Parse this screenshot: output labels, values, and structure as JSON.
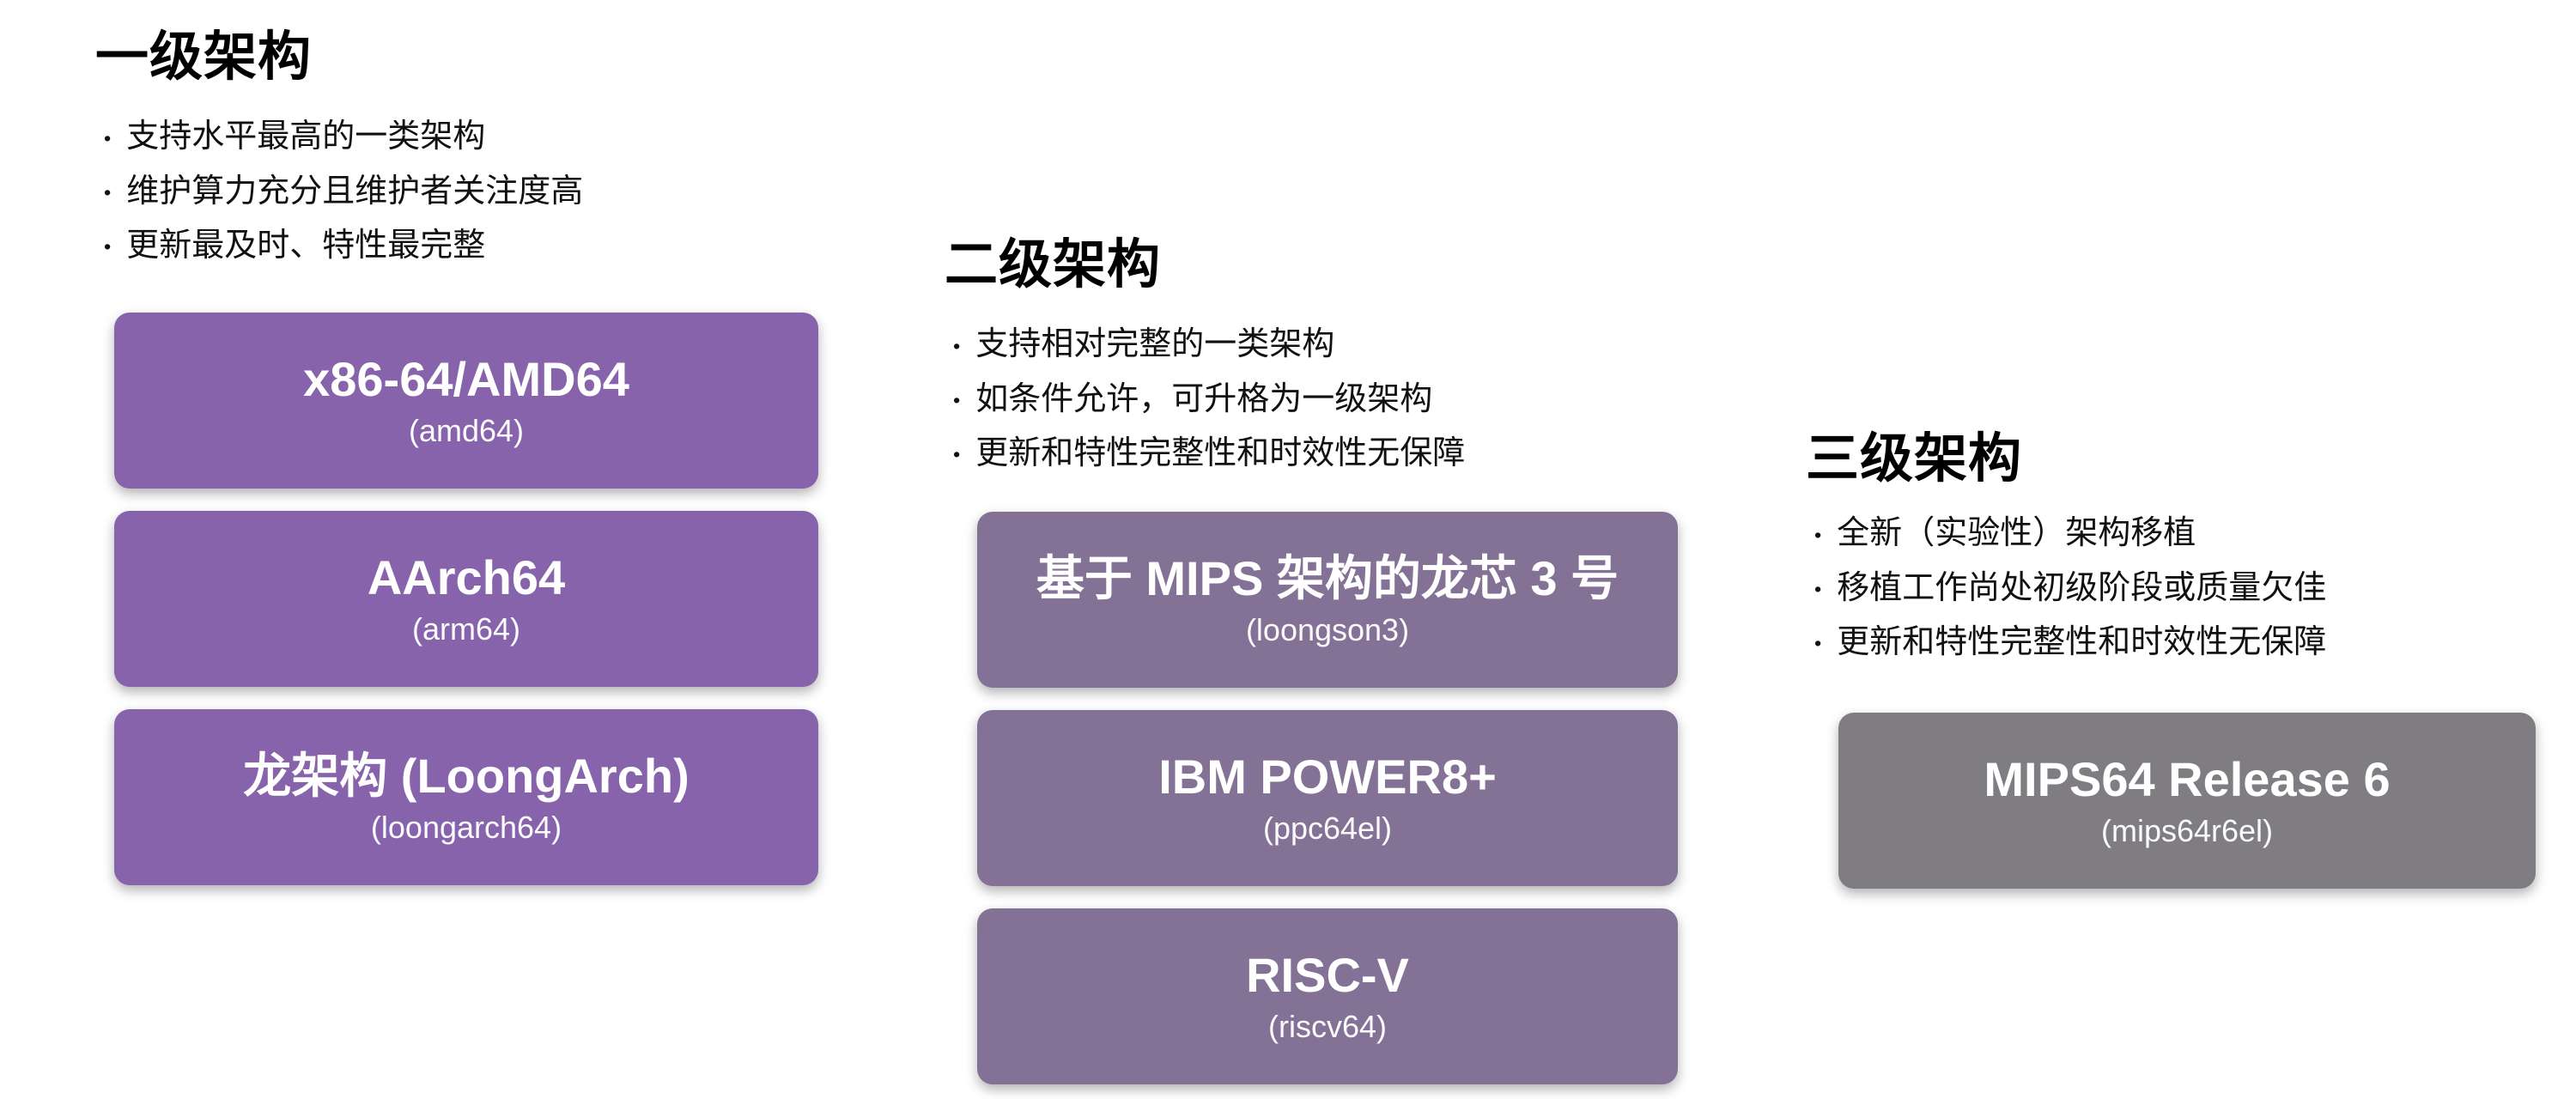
{
  "page": {
    "background": "#ffffff",
    "box_text_color": "#ffffff",
    "title_color": "#000000"
  },
  "tiers": [
    {
      "title": "一级架构",
      "color": "#8763AC",
      "bullets": [
        "支持水平最高的一类架构",
        "维护算力充分且维护者关注度高",
        "更新最及时、特性最完整"
      ],
      "boxes": [
        {
          "name": "x86-64/AMD64",
          "code": "(amd64)"
        },
        {
          "name": "AArch64",
          "code": "(arm64)"
        },
        {
          "name": "龙架构 (LoongArch)",
          "code": "(loongarch64)"
        }
      ]
    },
    {
      "title": "二级架构",
      "color": "#847196",
      "bullets": [
        "支持相对完整的一类架构",
        "如条件允许，可升格为一级架构",
        "更新和特性完整性和时效性无保障"
      ],
      "boxes": [
        {
          "name": "基于 MIPS 架构的龙芯 3 号",
          "code": "(loongson3)"
        },
        {
          "name": "IBM POWER8+",
          "code": "(ppc64el)"
        },
        {
          "name": "RISC-V",
          "code": "(riscv64)"
        }
      ]
    },
    {
      "title": "三级架构",
      "color": "#7F7D81",
      "bullets": [
        "全新（实验性）架构移植",
        "移植工作尚处初级阶段或质量欠佳",
        "更新和特性完整性和时效性无保障"
      ],
      "boxes": [
        {
          "name": "MIPS64 Release 6",
          "code": "(mips64r6el)"
        }
      ]
    }
  ]
}
